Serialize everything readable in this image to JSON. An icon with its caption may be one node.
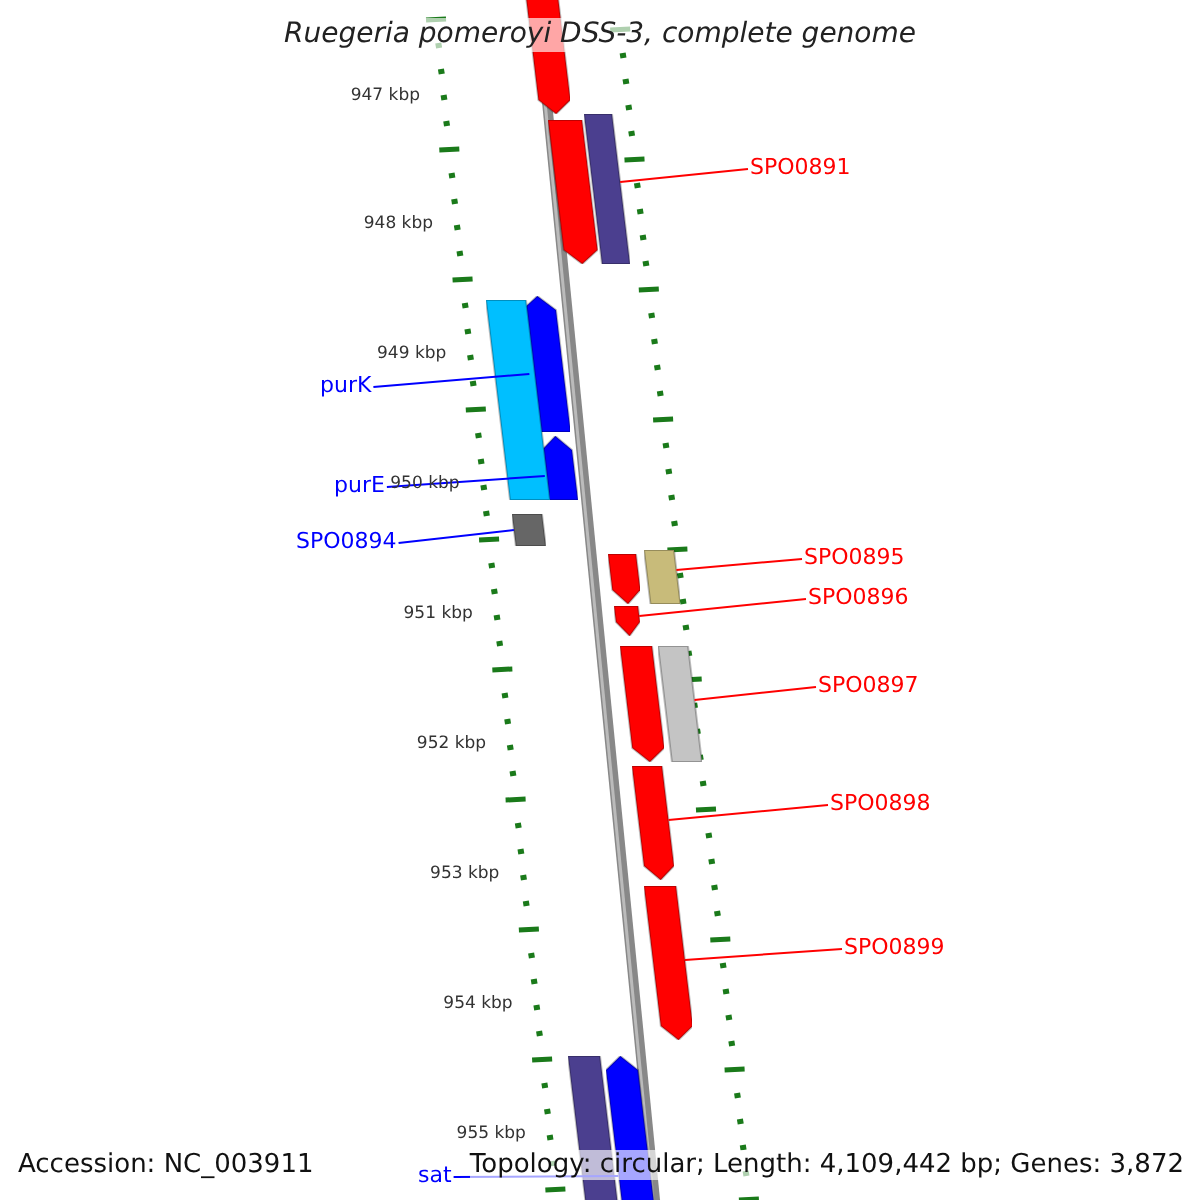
{
  "diagram": {
    "title": "Ruegeria pomeroyi DSS-3, complete genome",
    "nodes": [
      {
        "text": [
          "SPO0891"
        ]
      },
      {
        "text": [],
        "shape": "bar"
      },
      {
        "text": [
          "purK"
        ]
      },
      {
        "text": [],
        "shape": "bar"
      },
      {
        "text": [
          "purE"
        ]
      },
      {
        "text": [],
        "shape": "bar"
      },
      {
        "text": [
          "SPO0894"
        ]
      },
      {
        "text": [],
        "shape": "bar"
      },
      {
        "text": [
          "SPO0895"
        ]
      },
      {
        "text": [],
        "shape": "bar"
      },
      {
        "text": [
          "SPO0896"
        ]
      },
      {
        "text": [],
        "shape": "bar"
      },
      {
        "text": [
          "SPO0897"
        ]
      },
      {
        "text": [],
        "shape": "bar"
      },
      {
        "text": [
          "SPO0898"
        ]
      },
      {
        "text": [],
        "shape": "bar"
      },
      {
        "text": [
          "SPO0899"
        ]
      },
      {
        "text": [],
        "shape": "bar"
      },
      {
        "text": [
          "sat"
        ]
      },
      {
        "text": [],
        "shape": "bar"
      },
      {
        "text": [],
        "shape": "bar"
      },
      {
        "text": [],
        "shape": "bar"
      },
      {
        "text": [],
        "shape": "bar"
      },
      {
        "text": [],
        "shape": "bar"
      },
      {
        "text": [],
        "shape": "bar"
      },
      {
        "text": [],
        "shape": "bar"
      }
    ],
    "edges": [
      {
        "from": 0,
        "to": 1,
        "arrow": "none"
      },
      {
        "from": 2,
        "to": 3,
        "arrow": "none",
        "color": "#0000ff"
      },
      {
        "from": 4,
        "to": 5,
        "arrow": "none",
        "color": "#0000ff"
      },
      {
        "from": 6,
        "to": 7,
        "arrow": "none",
        "color": "#0000ff"
      },
      {
        "from": 8,
        "to": 9,
        "arrow": "none"
      },
      {
        "from": 10,
        "to": 11,
        "arrow": "none"
      },
      {
        "from": 12,
        "to": 13,
        "arrow": "none"
      },
      {
        "from": 14,
        "to": 15,
        "arrow": "none"
      },
      {
        "from": 16,
        "to": 17,
        "arrow": "none"
      },
      {
        "from": 18,
        "to": 19,
        "arrow": "none",
        "color": "#0000ff"
      }
    ],
    "labels": [
      "947 kbp",
      "948 kbp",
      "949 kbp",
      "950 kbp",
      "951 kbp",
      "952 kbp",
      "953 kbp",
      "954 kbp",
      "955 kbp",
      "Accession: NC_003911",
      "Topology: circular; Length: 4,109,442 bp; Genes: 3,872"
    ]
  }
}
